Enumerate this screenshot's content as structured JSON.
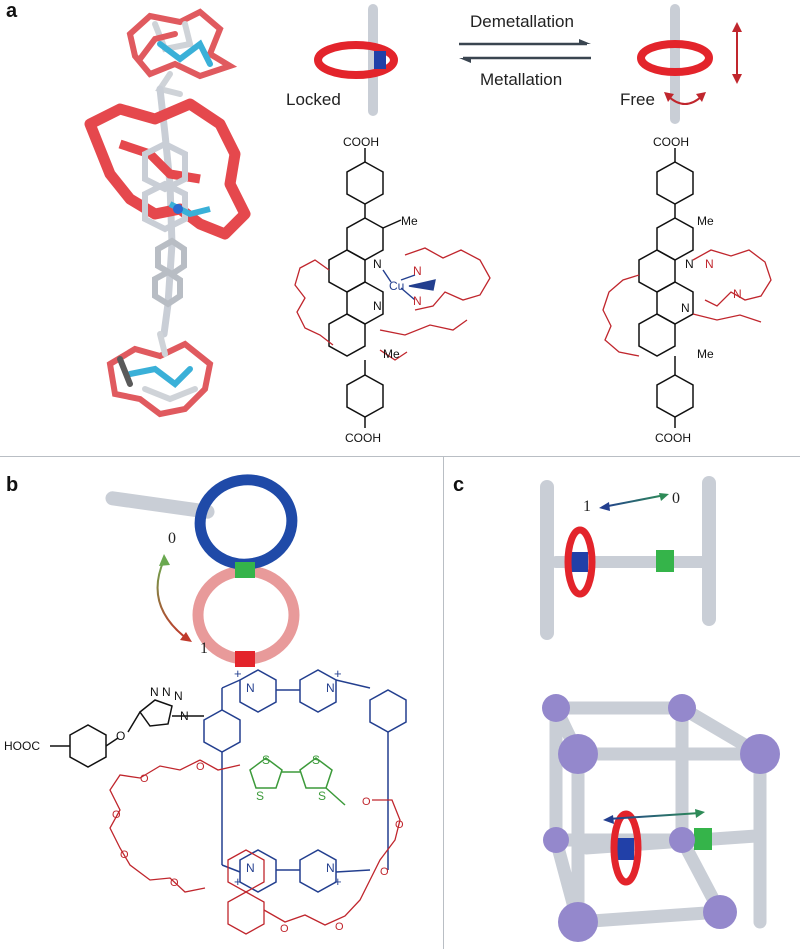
{
  "panels": {
    "a": {
      "letter": "a",
      "arrow_top": "Demetallation",
      "arrow_bottom": "Metallation",
      "state_locked": "Locked",
      "state_free": "Free",
      "left_cooh_top": "COOH",
      "left_cooh_bottom": "COOH",
      "left_me_top": "Me",
      "left_me_bottom": "Me",
      "left_cu": "Cu",
      "left_n1": "N",
      "left_n2": "N",
      "left_n3": "N",
      "left_n4": "N",
      "right_cooh_top": "COOH",
      "right_cooh_bottom": "COOH",
      "right_me_top": "Me",
      "right_me_bottom": "Me",
      "right_n1": "N",
      "right_n2": "N",
      "right_n3": "N",
      "right_n4": "N"
    },
    "b": {
      "letter": "b",
      "state_0": "0",
      "state_1": "1",
      "hooc": "HOOC",
      "o_label": "O",
      "triazole_n1": "N",
      "triazole_n2": "N",
      "triazole_n3": "N",
      "triazole_n": "N",
      "pyr_n1": "N",
      "pyr_n2": "N",
      "pyr_n3": "N",
      "pyr_n4": "N",
      "plus": "+",
      "s": "S"
    },
    "c": {
      "letter": "c",
      "state_1": "1",
      "state_0": "0"
    }
  },
  "colors": {
    "ring_red": "#e3242b",
    "ring_blue": "#1f4aa8",
    "ring_pink": "#e89a9a",
    "station_green": "#35b44a",
    "station_blue": "#2140a8",
    "station_red": "#e3242b",
    "rod_grey": "#c9ced6",
    "chem_red": "#c0262d",
    "chem_blue": "#233f8f",
    "chem_green": "#3c9a3a",
    "node_purple": "#9488cc",
    "arrow_dark": "#3a4550"
  }
}
